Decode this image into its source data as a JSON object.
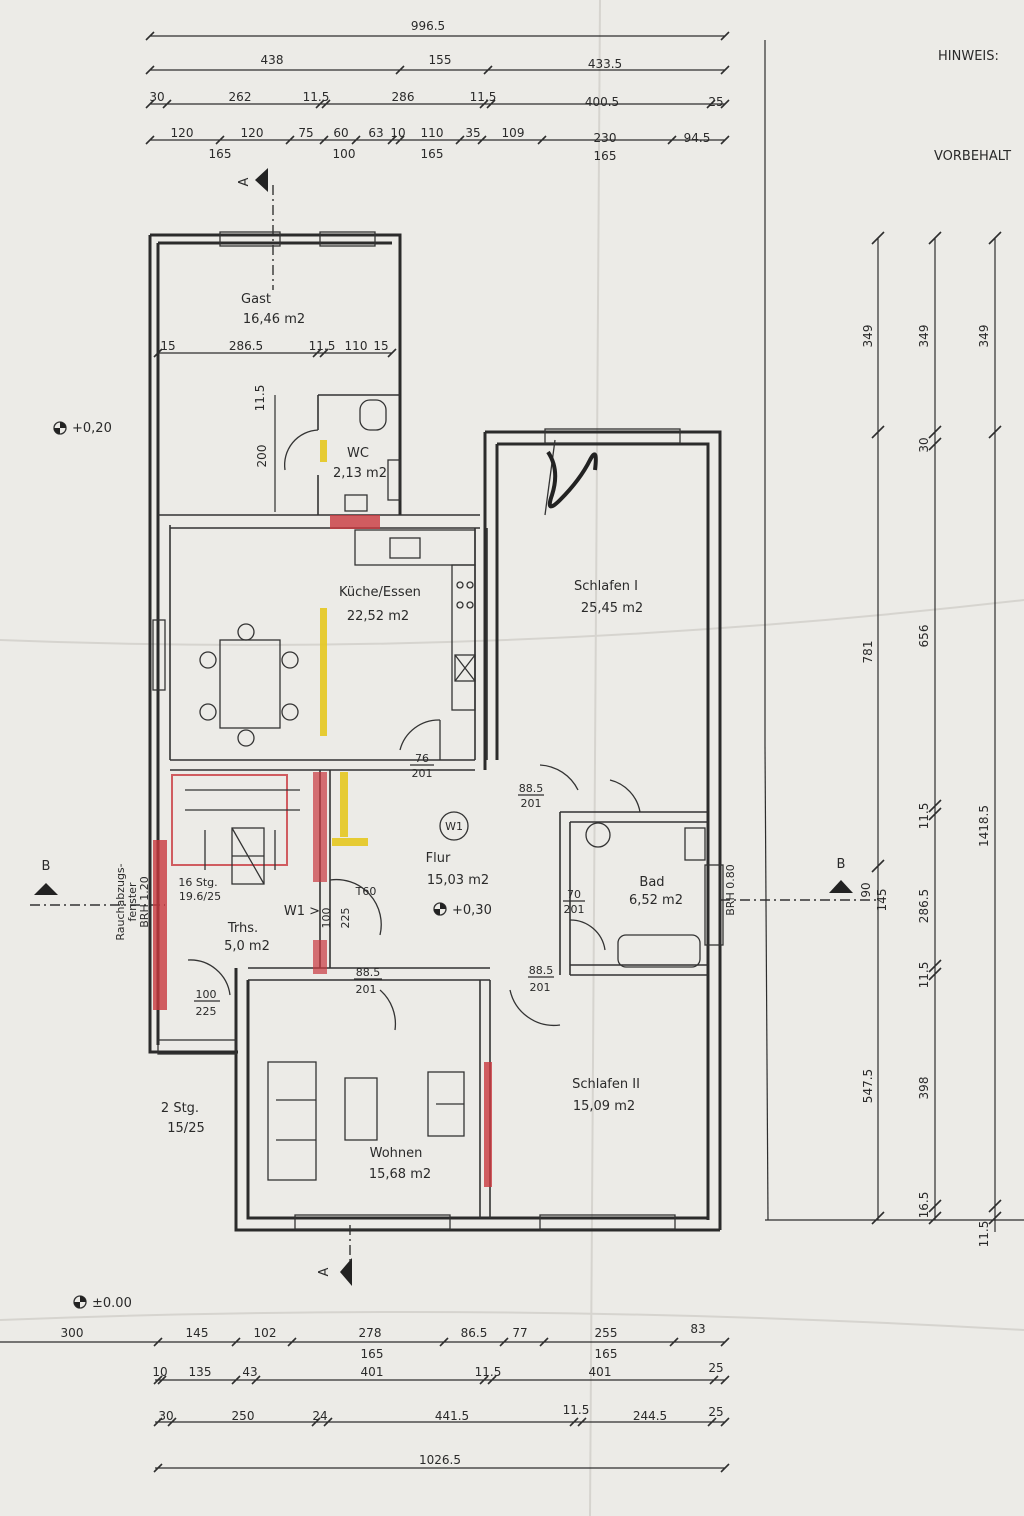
{
  "notes": {
    "hinweis": "HINWEIS:",
    "vorbehalt": "VORBEHALT"
  },
  "top_dims": {
    "row1": [
      "996.5"
    ],
    "row2": [
      "438",
      "155",
      "433.5"
    ],
    "row3": [
      "30",
      "262",
      "11.5",
      "286",
      "11.5",
      "400.5",
      "25"
    ],
    "row4": [
      "120",
      "120",
      "75",
      "60",
      "63",
      "10",
      "110",
      "35",
      "109",
      "230",
      "94.5"
    ],
    "row4_sub": [
      "165",
      "100",
      "165",
      "165"
    ]
  },
  "bottom_dims": {
    "row1": [
      "300",
      "145",
      "102",
      "278",
      "86.5",
      "77",
      "255",
      "83"
    ],
    "row1_sub": [
      "165",
      "165"
    ],
    "row2": [
      "10",
      "135",
      "43",
      "401",
      "11.5",
      "401",
      "25"
    ],
    "row3": [
      "30",
      "250",
      "24",
      "441.5",
      "11.5",
      "244.5",
      "25"
    ],
    "row4": [
      "1026.5"
    ]
  },
  "right_dims": {
    "col1": [
      "349",
      "781",
      "547.5"
    ],
    "col2": [
      "349",
      "30",
      "656",
      "11.5",
      "90",
      "145",
      "11.5",
      "398",
      "16.5"
    ],
    "col3": [
      "349",
      "286.5",
      "1418.5",
      "11.5"
    ]
  },
  "inner_dims": {
    "gast_row": [
      "15",
      "286.5",
      "11.5",
      "110",
      "15"
    ],
    "wc_v1": "11.5",
    "wc_v2": "200"
  },
  "rooms": {
    "gast": {
      "name": "Gast",
      "area": "16,46 m2"
    },
    "wc": {
      "name": "WC",
      "area": "2,13 m2"
    },
    "kueche": {
      "name": "Küche/Essen",
      "area": "22,52 m2"
    },
    "schlafen1": {
      "name": "Schlafen I",
      "area": "25,45 m2"
    },
    "flur": {
      "name": "Flur",
      "area": "15,03 m2"
    },
    "bad": {
      "name": "Bad",
      "area": "6,52 m2"
    },
    "trhs": {
      "name": "Trhs.",
      "area": "5,0 m2"
    },
    "wohnen": {
      "name": "Wohnen",
      "area": "15,68 m2"
    },
    "schlafen2": {
      "name": "Schlafen II",
      "area": "15,09 m2"
    }
  },
  "door_labels": {
    "d1_top": "76",
    "d1_bot": "201",
    "d2_top": "88.5",
    "d2_bot": "201",
    "d3_top": "70",
    "d3_bot": "201",
    "d4_top": "88.5",
    "d4_bot": "201",
    "d5_top": "88.5",
    "d5_bot": "201",
    "d6_top": "100",
    "d6_bot": "225",
    "d7_top": "100",
    "d7_bot": "225"
  },
  "stairs": {
    "main": "16 Stg.",
    "main_ratio": "19.6/25",
    "outer": "2 Stg.",
    "outer_ratio": "15/25"
  },
  "window_labels": {
    "smoke_line1": "Rauchabzugs-",
    "smoke_line2": "fenster",
    "smoke_line3": "BRH 1.20",
    "bad_brh": "BRH 0.80",
    "t60": "T60",
    "w1_tag": "W1",
    "w1_arrow": "W1 >"
  },
  "levels": {
    "outside_left": "+0,20",
    "flur": "+0,30",
    "ground": "±0.00"
  },
  "section_labels": {
    "a": "A",
    "b": "B"
  },
  "colors": {
    "wall": "#2b2b2b",
    "red_marker": "#c9383f",
    "yellow_marker": "#e6c81f",
    "paper": "#ecebe7"
  }
}
